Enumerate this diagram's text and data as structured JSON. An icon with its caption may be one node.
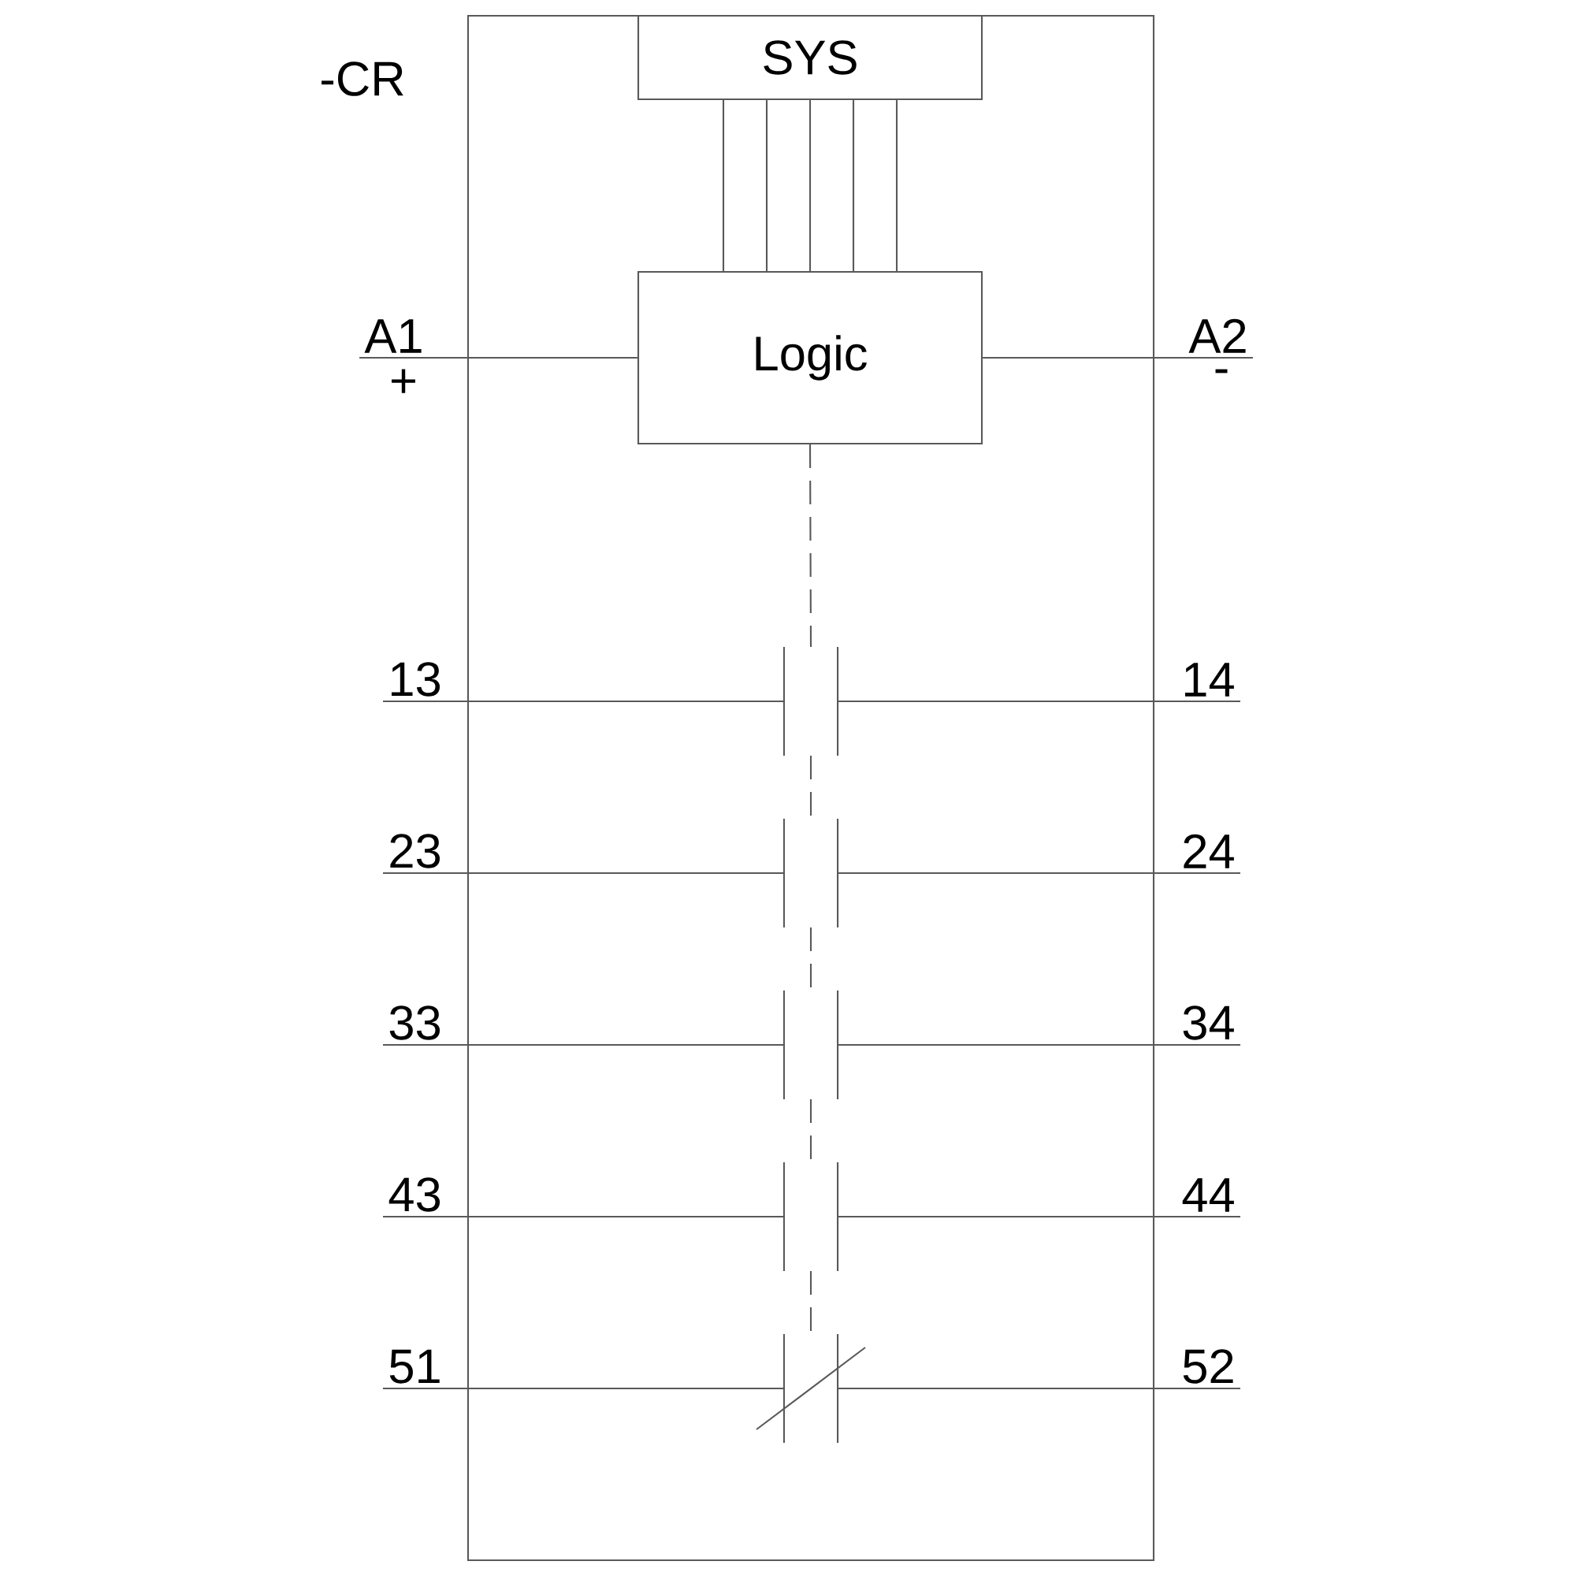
{
  "diagram": {
    "nodes": [
      {
        "text": [
          "-CR"
        ]
      },
      {
        "text": [
          "SYS"
        ],
        "in": 0
      },
      {
        "text": [
          "Logic"
        ],
        "in": 0
      },
      {
        "text": [
          "A1"
        ],
        "beside": [
          "+"
        ]
      },
      {
        "text": [
          "A2"
        ],
        "beside": [
          "-"
        ]
      },
      {
        "text": [
          "13"
        ]
      },
      {
        "text": [],
        "shape": "contact",
        "in": 0
      },
      {
        "text": [
          "14"
        ]
      },
      {
        "text": [
          "23"
        ]
      },
      {
        "text": [],
        "shape": "contact",
        "in": 0
      },
      {
        "text": [
          "24"
        ]
      },
      {
        "text": [
          "33"
        ]
      },
      {
        "text": [],
        "shape": "contact",
        "in": 0
      },
      {
        "text": [
          "34"
        ]
      },
      {
        "text": [
          "43"
        ]
      },
      {
        "text": [],
        "shape": "contact",
        "in": 0
      },
      {
        "text": [
          "44"
        ]
      },
      {
        "text": [
          "51"
        ]
      },
      {
        "text": [],
        "shape": "switch",
        "in": 0
      },
      {
        "text": [
          "52"
        ]
      }
    ],
    "edges": [
      {
        "from": 1,
        "to": 2,
        "arrow": "none"
      },
      {
        "from": 1,
        "to": 2,
        "arrow": "none"
      },
      {
        "from": 1,
        "to": 2,
        "arrow": "none"
      },
      {
        "from": 1,
        "to": 2,
        "arrow": "none"
      },
      {
        "from": 1,
        "to": 2,
        "arrow": "none"
      },
      {
        "from": 3,
        "to": 2,
        "arrow": "none"
      },
      {
        "from": 2,
        "to": 4,
        "arrow": "none"
      },
      {
        "from": 5,
        "to": 6,
        "arrow": "none"
      },
      {
        "from": 6,
        "to": 7,
        "arrow": "none"
      },
      {
        "from": 8,
        "to": 9,
        "arrow": "none"
      },
      {
        "from": 9,
        "to": 10,
        "arrow": "none"
      },
      {
        "from": 11,
        "to": 12,
        "arrow": "none"
      },
      {
        "from": 12,
        "to": 13,
        "arrow": "none"
      },
      {
        "from": 14,
        "to": 15,
        "arrow": "none"
      },
      {
        "from": 15,
        "to": 16,
        "arrow": "none"
      },
      {
        "from": 17,
        "to": 18,
        "arrow": "none"
      },
      {
        "from": 18,
        "to": 19,
        "arrow": "none"
      },
      {
        "from": 2,
        "to": 6,
        "arrow": "none",
        "style": "dashed"
      },
      {
        "from": 6,
        "to": 9,
        "arrow": "none",
        "style": "dashed"
      },
      {
        "from": 9,
        "to": 12,
        "arrow": "none",
        "style": "dashed"
      },
      {
        "from": 12,
        "to": 15,
        "arrow": "none",
        "style": "dashed"
      },
      {
        "from": 15,
        "to": 18,
        "arrow": "none",
        "style": "dashed"
      }
    ]
  }
}
